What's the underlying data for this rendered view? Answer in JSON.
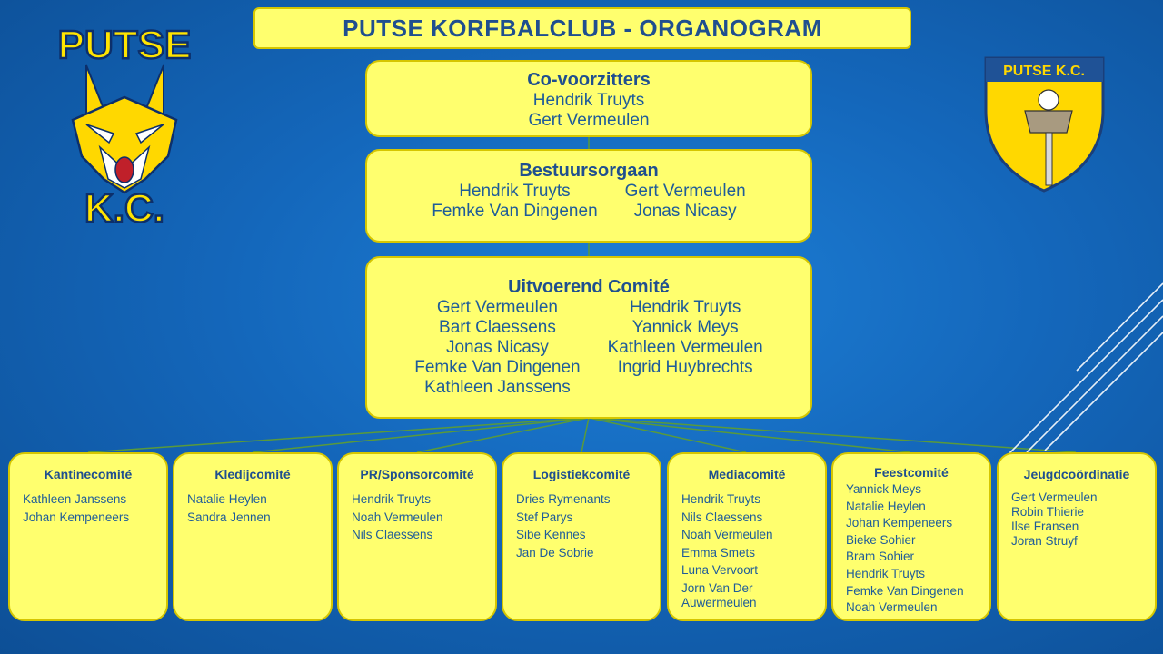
{
  "title": "PUTSE KORFBALCLUB - ORGANOGRAM",
  "logo_left": {
    "top_text": "PUTSE",
    "bottom_text": "K.C.",
    "icon": "fox-head-icon"
  },
  "logo_right": {
    "text": "PUTSE K.C.",
    "icon": "korfbal-basket-shield-icon"
  },
  "colors": {
    "box_fill": "#ffff6e",
    "text_blue": "#1f5c99",
    "background": "#1467bb",
    "line": "#5a9a3a"
  },
  "co_voorzitters": {
    "title": "Co-voorzitters",
    "members": [
      "Hendrik Truyts",
      "Gert Vermeulen"
    ]
  },
  "bestuursorgaan": {
    "title": "Bestuursorgaan",
    "left": [
      "Hendrik Truyts",
      "Femke Van Dingenen"
    ],
    "right": [
      "Gert Vermeulen",
      "Jonas Nicasy"
    ]
  },
  "uitvoerend": {
    "title": "Uitvoerend Comité",
    "left": [
      "Gert Vermeulen",
      "Bart Claessens",
      "Jonas Nicasy",
      "Femke Van Dingenen",
      "Kathleen Janssens"
    ],
    "right": [
      "Hendrik Truyts",
      "Yannick Meys",
      "Kathleen Vermeulen",
      "Ingrid Huybrechts"
    ]
  },
  "committees": [
    {
      "title": "Kantinecomité",
      "members": [
        "Kathleen Janssens",
        "Johan Kempeneers"
      ]
    },
    {
      "title": "Kledijcomité",
      "members": [
        "Natalie Heylen",
        "Sandra Jennen"
      ]
    },
    {
      "title": "PR/Sponsorcomité",
      "members": [
        "Hendrik Truyts",
        "Noah Vermeulen",
        "Nils Claessens"
      ]
    },
    {
      "title": "Logistiekcomité",
      "members": [
        "Dries Rymenants",
        "Stef Parys",
        "Sibe Kennes",
        "Jan De Sobrie"
      ]
    },
    {
      "title": "Mediacomité",
      "members": [
        "Hendrik Truyts",
        "Nils Claessens",
        "Noah Vermeulen",
        "Emma Smets",
        "Luna Vervoort",
        "Jorn Van Der",
        "Auwermeulen"
      ]
    },
    {
      "title": "Feestcomité",
      "members": [
        "Yannick Meys",
        "Natalie Heylen",
        "Johan Kempeneers",
        "Bieke Sohier",
        "Bram Sohier",
        "Hendrik Truyts",
        "Femke Van Dingenen",
        "Noah Vermeulen"
      ]
    },
    {
      "title": "Jeugdcoördinatie",
      "members": [
        "Gert Vermeulen",
        "Robin Thierie",
        "Ilse Fransen",
        "Joran Struyf"
      ]
    }
  ]
}
